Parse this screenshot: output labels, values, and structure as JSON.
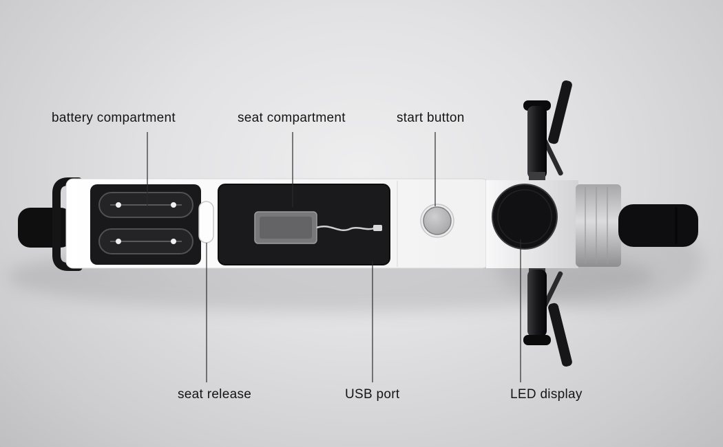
{
  "diagram": {
    "labels": {
      "battery_compartment": "battery compartment",
      "seat_compartment": "seat compartment",
      "start_button": "start button",
      "seat_release": "seat release",
      "usb_port": "USB port",
      "led_display": "LED display"
    },
    "colors": {
      "background": "#dededf",
      "body_white": "#fafafa",
      "compartment_dark": "#1b1b1d",
      "handlebar_black": "#0d0d0e",
      "label_text": "#141414"
    }
  }
}
